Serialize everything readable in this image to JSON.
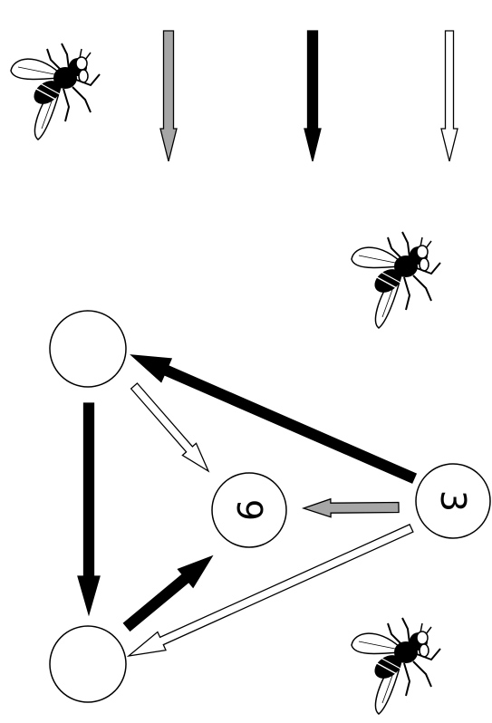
{
  "legend": {
    "arrows": [
      {
        "style": "gray"
      },
      {
        "style": "black"
      },
      {
        "style": "white"
      }
    ]
  },
  "nodes": [
    {
      "id": "top-left",
      "label": ""
    },
    {
      "id": "bottom-left",
      "label": ""
    },
    {
      "id": "center",
      "label": "9"
    },
    {
      "id": "right",
      "label": "3"
    }
  ],
  "edges": [
    {
      "from": "right",
      "to": "top-left",
      "style": "black"
    },
    {
      "from": "top-left",
      "to": "bottom-left",
      "style": "black"
    },
    {
      "from": "bottom-left",
      "to": "center",
      "style": "black"
    },
    {
      "from": "top-left",
      "to": "center",
      "style": "white"
    },
    {
      "from": "right",
      "to": "center",
      "style": "gray"
    },
    {
      "from": "right",
      "to": "bottom-left",
      "style": "white"
    }
  ],
  "flies": [
    {
      "icon": "fly-icon"
    },
    {
      "icon": "fly-icon"
    },
    {
      "icon": "fly-icon"
    }
  ],
  "colors": {
    "black": "#000000",
    "gray": "#a6a6a6",
    "white": "#ffffff",
    "stroke": "#000000"
  }
}
